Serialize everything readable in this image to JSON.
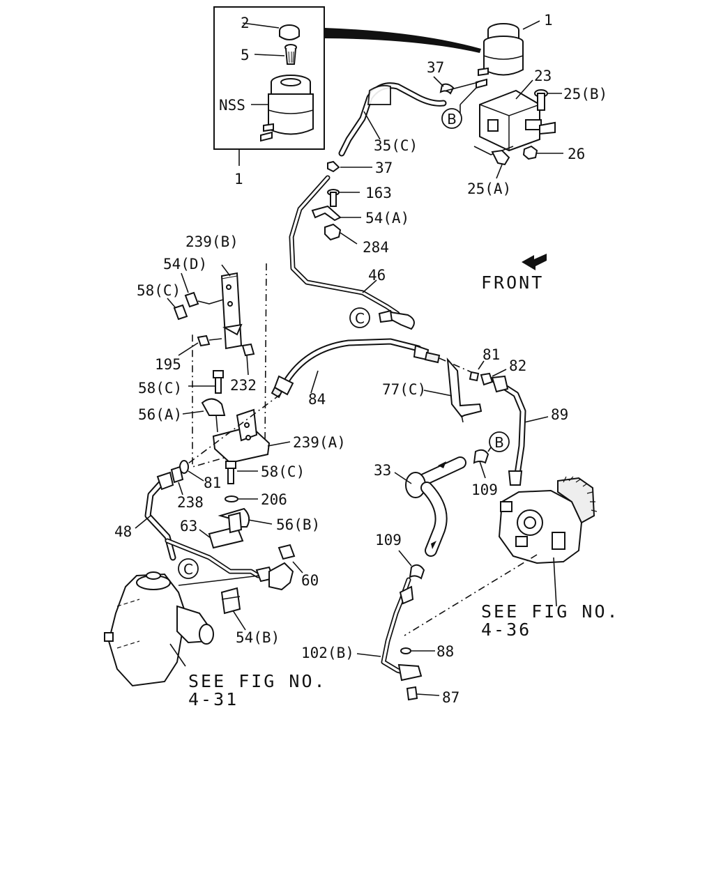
{
  "labels": {
    "l1a": "1",
    "l1b": "1",
    "l2": "2",
    "l5": "5",
    "lnss": "NSS",
    "l37a": "37",
    "l37b": "37",
    "l23": "23",
    "l25b": "25(B)",
    "l26": "26",
    "l25a": "25(A)",
    "l35c": "35(C)",
    "l163": "163",
    "l54a": "54(A)",
    "l284": "284",
    "l46": "46",
    "l239b": "239(B)",
    "l54d": "54(D)",
    "l58c1": "58(C)",
    "l195": "195",
    "l232": "232",
    "l58c2": "58(C)",
    "l56a": "56(A)",
    "l239a": "239(A)",
    "l84": "84",
    "l81a": "81",
    "l82": "82",
    "l77c": "77(C)",
    "l89": "89",
    "l33": "33",
    "l109a": "109",
    "l81b": "81",
    "l58c3": "58(C)",
    "l238": "238",
    "l206": "206",
    "l48": "48",
    "l63": "63",
    "l56b": "56(B)",
    "l109b": "109",
    "l60": "60",
    "l54b": "54(B)",
    "l102b": "102(B)",
    "l88": "88",
    "l87": "87"
  },
  "circle_markers": {
    "b1": "B",
    "b2": "B",
    "c1": "C",
    "c2": "C"
  },
  "front_label": "FRONT",
  "see_fig_pump": [
    "SEE FIG NO.",
    "4-36"
  ],
  "see_fig_gear": [
    "SEE FIG NO.",
    "4-31"
  ]
}
